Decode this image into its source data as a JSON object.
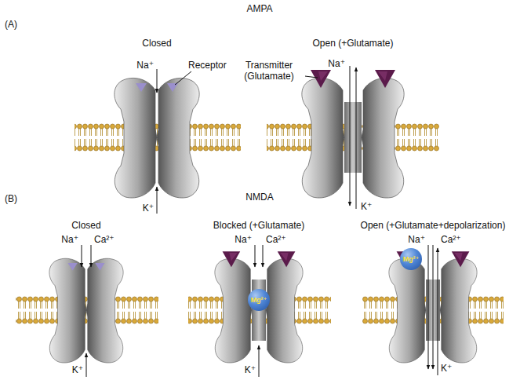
{
  "diagram": {
    "nodes": [
      {
        "text": [
          "Mg²⁺"
        ]
      },
      {
        "text": [
          "Mg²⁺"
        ]
      }
    ],
    "labels": [
      "(A)",
      "AMPA",
      "Closed",
      "Na⁺",
      "Receptor",
      "K⁺",
      "Open (+Glutamate)",
      "Transmitter (Glutamate)",
      "Na⁺",
      "K⁺",
      "(B)",
      "NMDA",
      "Closed",
      "Na⁺",
      "Ca²⁺",
      "K⁺",
      "Blocked (+Glutamate)",
      "Na⁺",
      "Ca²⁺",
      "K⁺",
      "Open (+Glutamate+depolarization)",
      "Na⁺",
      "Ca²⁺",
      "K⁺"
    ]
  }
}
